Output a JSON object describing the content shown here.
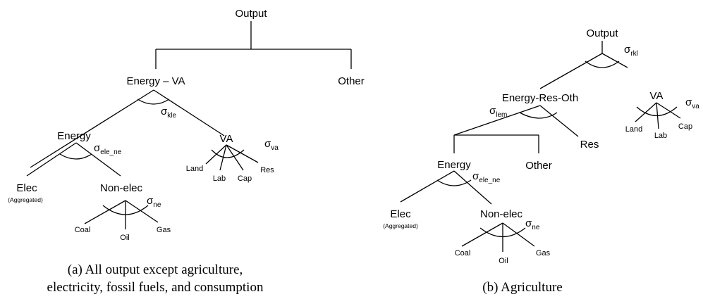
{
  "panel_a": {
    "output": "Output",
    "energy_va": "Energy – VA",
    "other": "Other",
    "sigma_kle": "kle",
    "energy": "Energy",
    "sigma_ele_ne": "ele_ne",
    "va": "VA",
    "sigma_va": "va",
    "land": "Land",
    "lab": "Lab",
    "cap": "Cap",
    "res": "Res",
    "elec": "Elec",
    "elec_note": "(Aggregated)",
    "non_elec": "Non-elec",
    "sigma_ne": "ne",
    "coal": "Coal",
    "oil": "Oil",
    "gas": "Gas",
    "caption_line1": "(a) All output except agriculture,",
    "caption_line2": "electricity, fossil fuels, and consumption"
  },
  "panel_b": {
    "output": "Output",
    "sigma_rkl": "rkl",
    "energy_res_oth": "Energy-Res-Oth",
    "va": "VA",
    "sigma_va": "va",
    "land": "Land",
    "lab": "Lab",
    "cap": "Cap",
    "sigma_lem": "lem",
    "res": "Res",
    "energy": "Energy",
    "other": "Other",
    "sigma_ele_ne": "ele_ne",
    "elec": "Elec",
    "elec_note": "(Aggregated)",
    "non_elec": "Non-elec",
    "sigma_ne": "ne",
    "coal": "Coal",
    "oil": "Oil",
    "gas": "Gas",
    "caption": "(b) Agriculture"
  },
  "sigma_symbol": "σ"
}
